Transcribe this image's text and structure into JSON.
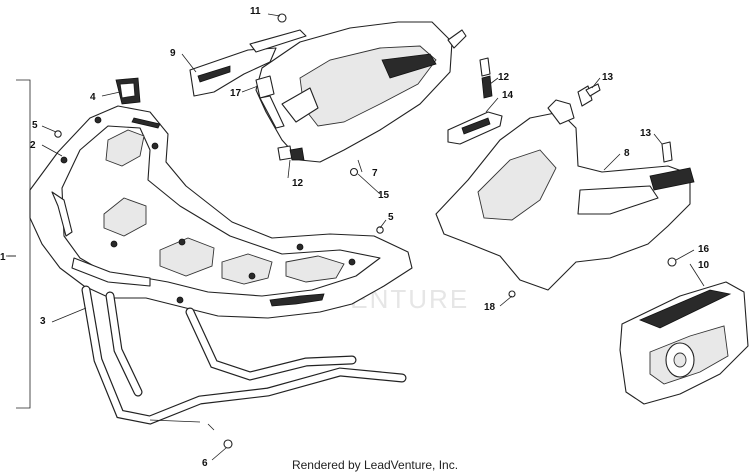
{
  "watermark": "LEADVENTURE",
  "footer": "Rendered by LeadVenture, Inc.",
  "callouts": {
    "c1": "1",
    "c2": "2",
    "c3": "3",
    "c4": "4",
    "c5a": "5",
    "c5b": "5",
    "c6": "6",
    "c7": "7",
    "c8": "8",
    "c9": "9",
    "c10": "10",
    "c11": "11",
    "c12a": "12",
    "c12b": "12",
    "c13a": "13",
    "c13b": "13",
    "c14": "14",
    "c15": "15",
    "c16": "16",
    "c17": "17",
    "c18": "18"
  }
}
